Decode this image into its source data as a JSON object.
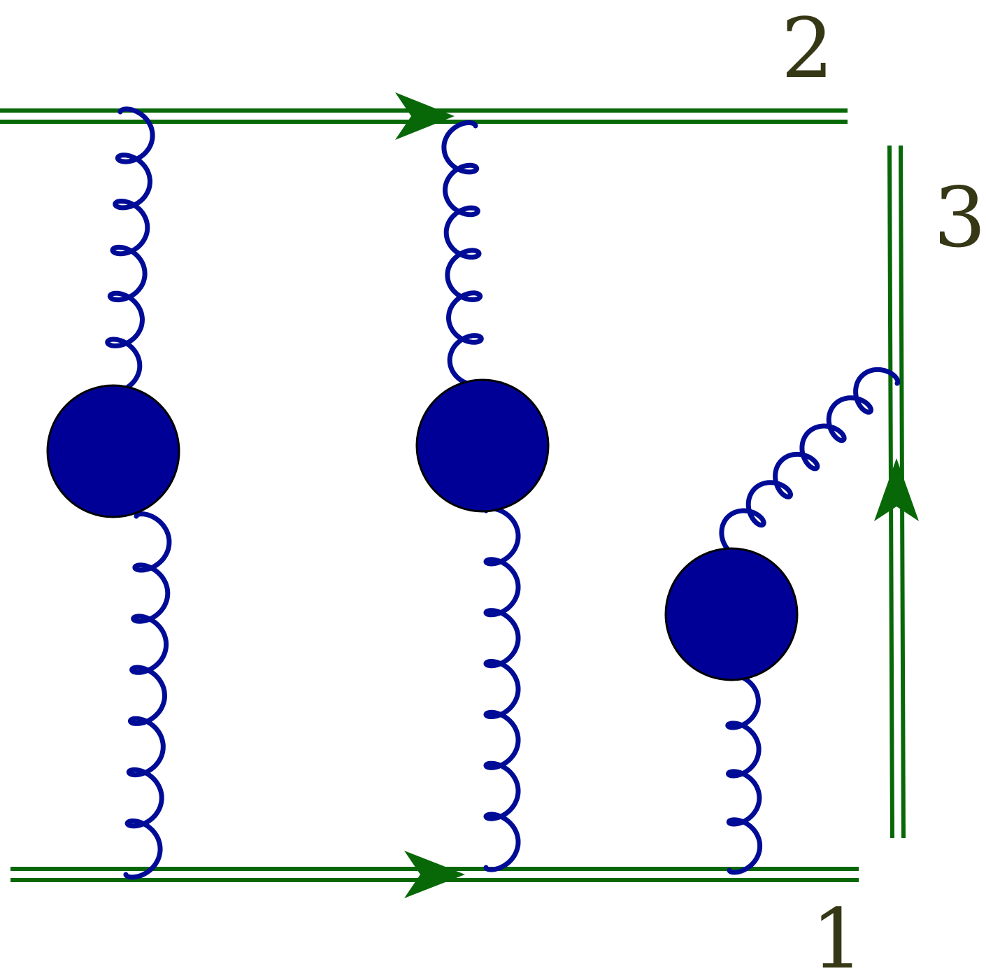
{
  "labels": {
    "line_top": "2",
    "line_bottom": "1",
    "line_right": "3"
  },
  "colors": {
    "wilson_line": "#086808",
    "gluon": "#000c96",
    "blob": "#000096",
    "label": "#353715"
  }
}
